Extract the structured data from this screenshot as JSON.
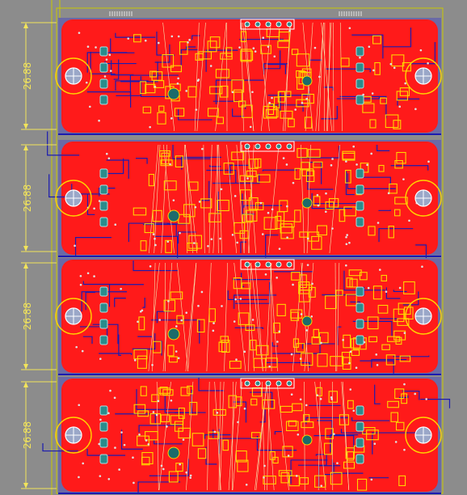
{
  "view": {
    "background_color": "#8c8c8c",
    "copper_color": "#ff1a1a",
    "board_fill_color": "#6a6aa6",
    "trace_top_color": "#ffd400",
    "trace_bottom_color": "#1b1bb0",
    "silk_color": "#f2e45a",
    "outline_color": "#c8c800",
    "via_color": "#e0e0e0"
  },
  "panel": {
    "boards": [
      {
        "dimension_label": "26.88"
      },
      {
        "dimension_label": "26.88"
      },
      {
        "dimension_label": "26.88"
      },
      {
        "dimension_label": "26.88"
      }
    ]
  }
}
